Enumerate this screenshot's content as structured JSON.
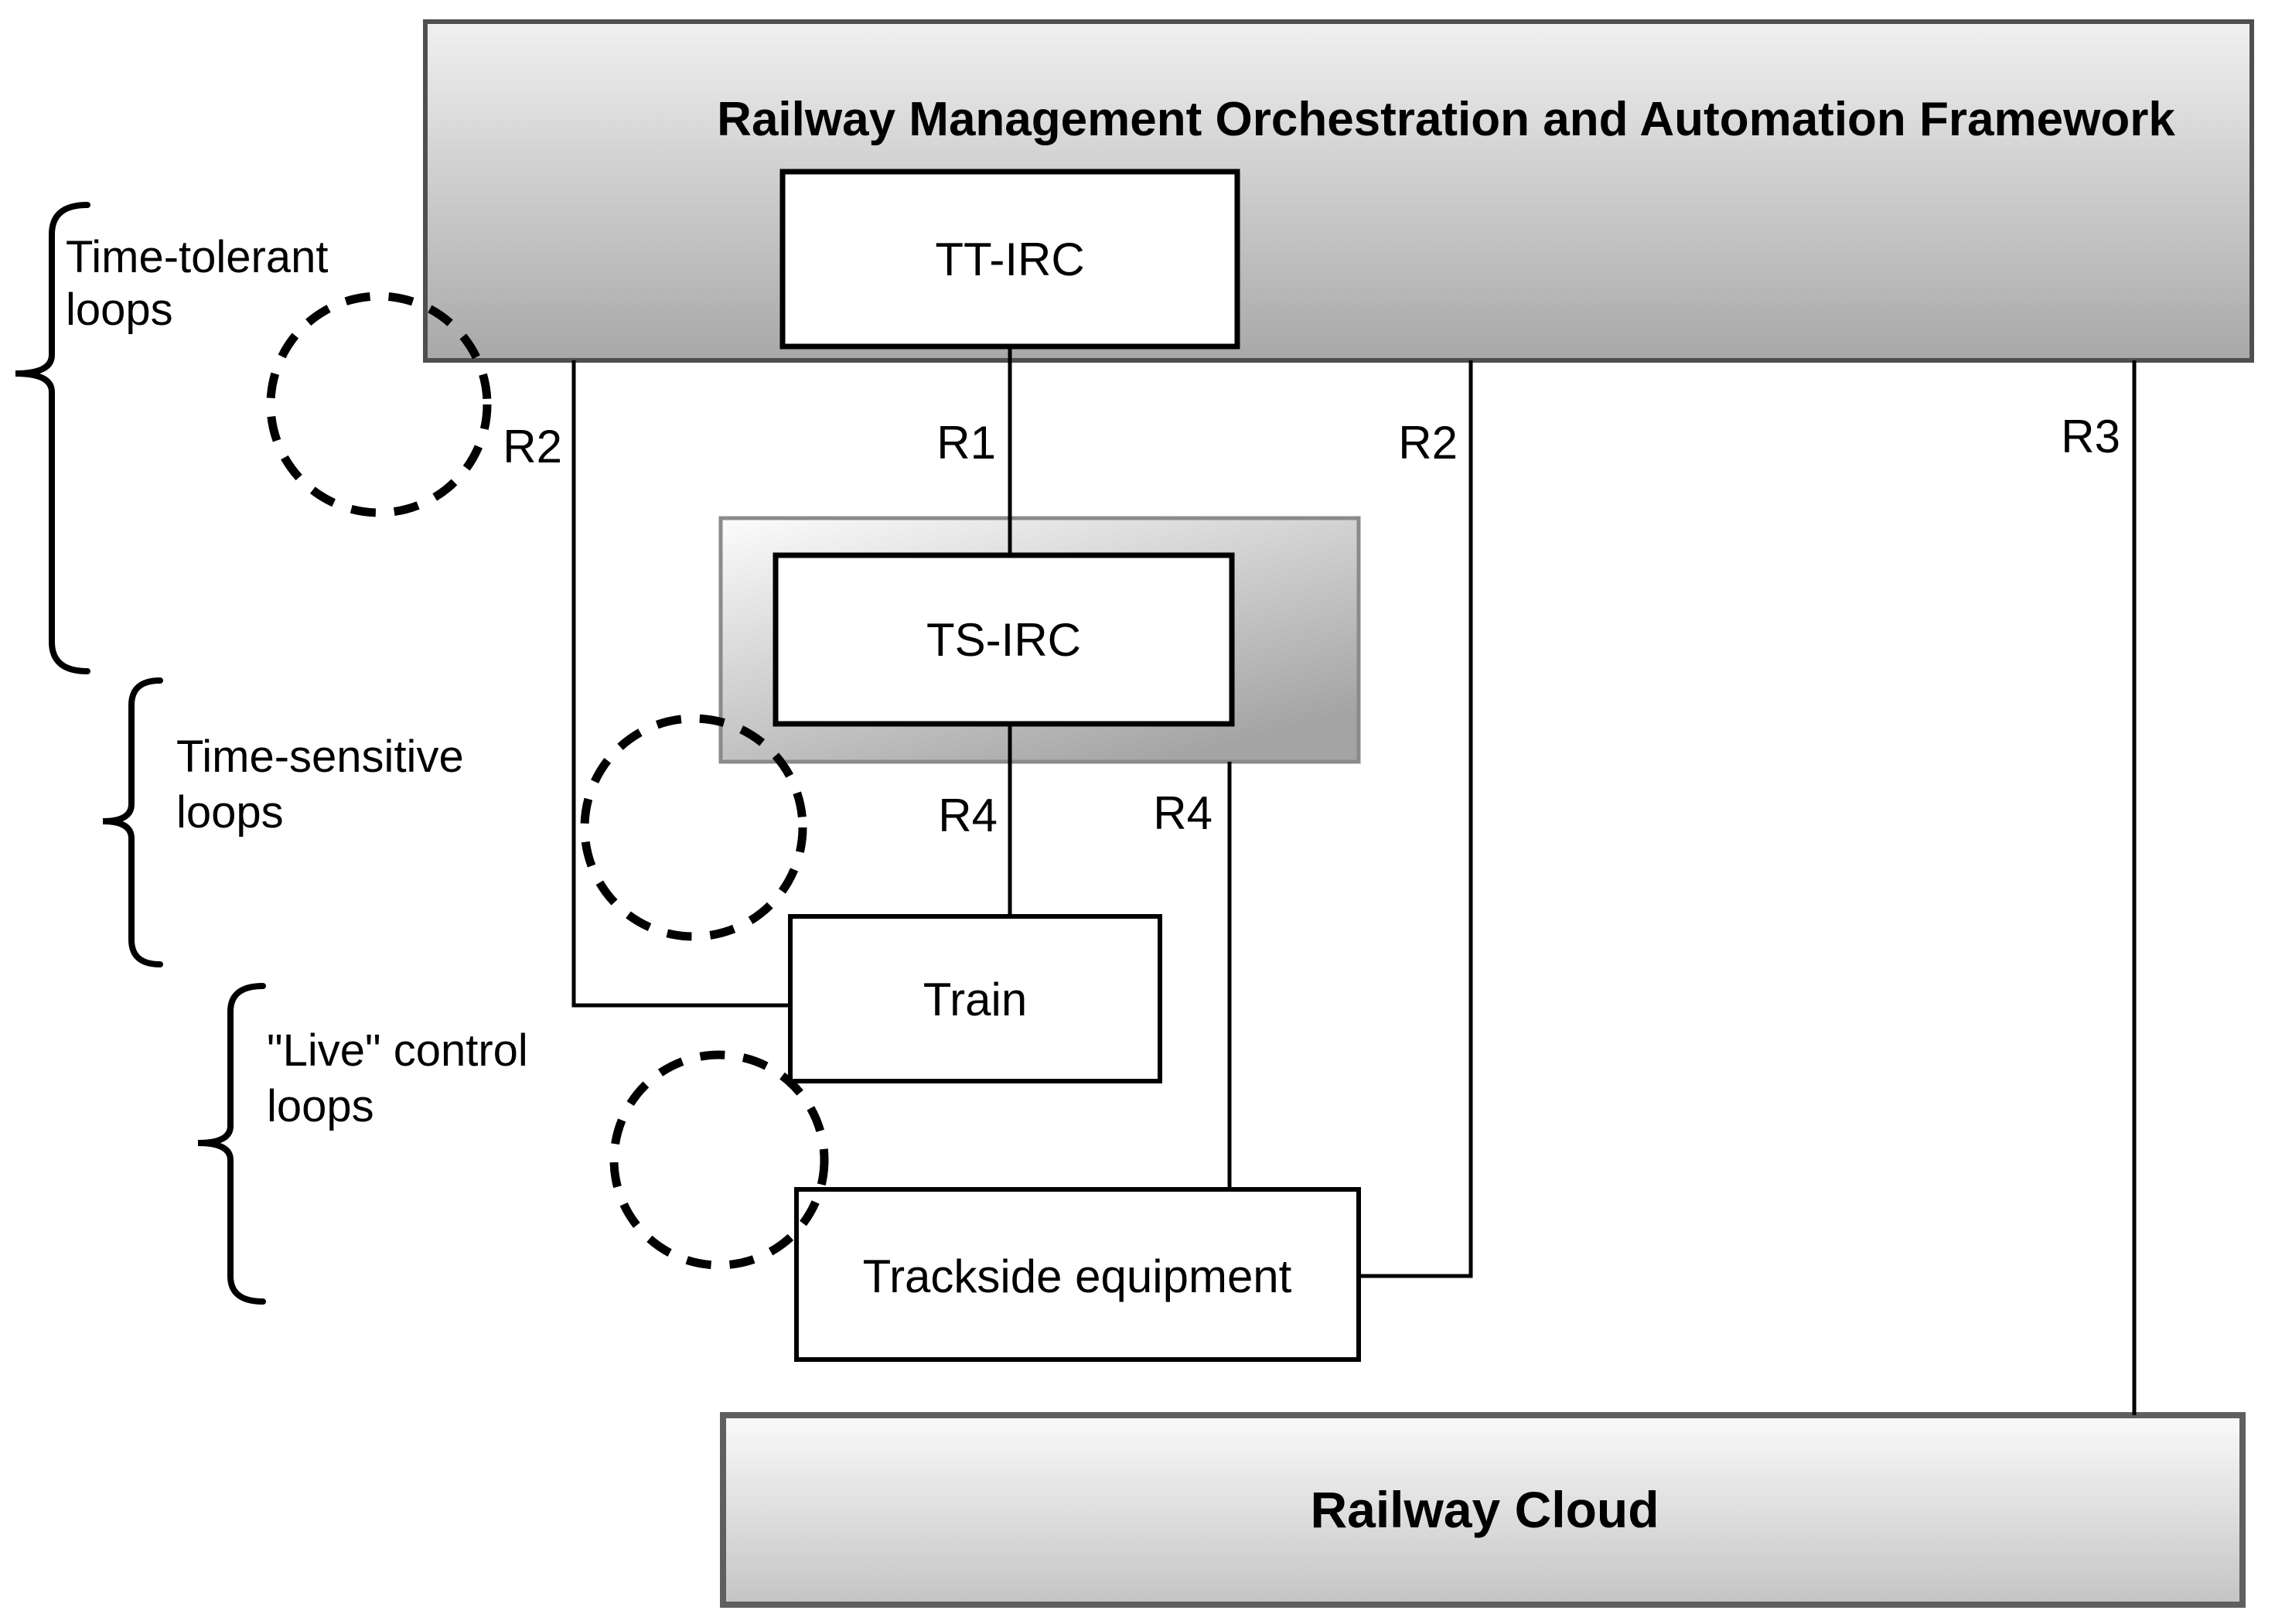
{
  "title": "Railway Management Orchestration and Automation Framework",
  "boxes": {
    "tt_irc": "TT-IRC",
    "ts_irc": "TS-IRC",
    "train": "Train",
    "trackside": "Trackside equipment",
    "cloud": "Railway Cloud"
  },
  "connectors": {
    "r1": "R1",
    "r2_left": "R2",
    "r2_right": "R2",
    "r3": "R3",
    "r4_left": "R4",
    "r4_right": "R4"
  },
  "loop_labels": [
    {
      "line1": "Time-tolerant",
      "line2": "loops"
    },
    {
      "line1": "Time-sensitive",
      "line2": "loops"
    },
    {
      "line1": "\"Live\" control",
      "line2": "loops"
    }
  ],
  "colors": {
    "framework_top": "#f0f0f0",
    "framework_bottom": "#a8a8a8",
    "framework_border": "#4f4f4f",
    "ts_outer_top": "#fcfcfc",
    "ts_outer_bottom": "#a4a4a4",
    "ts_outer_border": "#8a8a8a",
    "cloud_top": "#fafafa",
    "cloud_bottom": "#c4c4c4",
    "cloud_border": "#5f5f5f",
    "box_fill": "#ffffff",
    "box_border": "#000000",
    "line": "#000000"
  }
}
